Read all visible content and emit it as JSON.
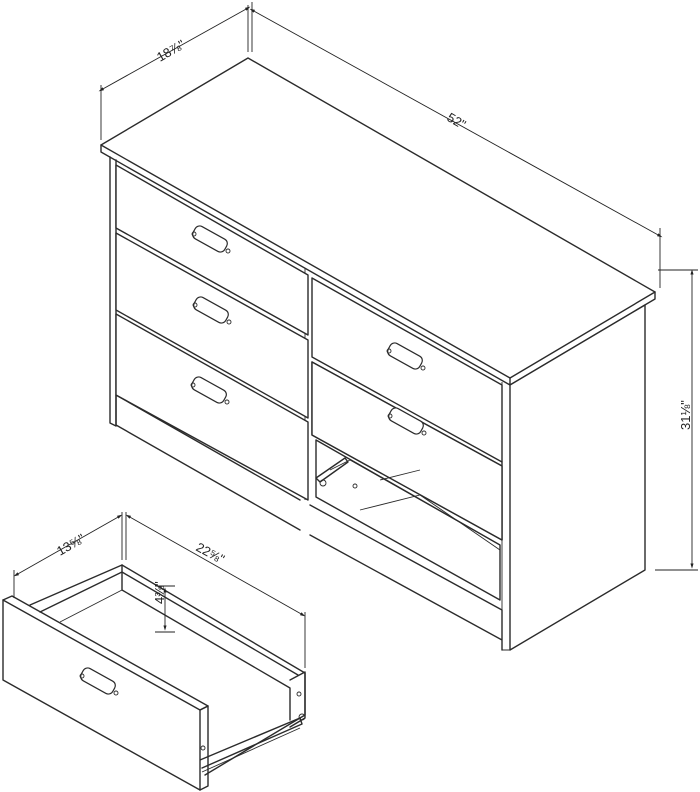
{
  "dimensions": {
    "depth": "18⅞\"",
    "width": "52\"",
    "height": "31⅛\"",
    "drawer_depth": "13⅝\"",
    "drawer_width": "22⅝\"",
    "drawer_height": "4⅜\""
  },
  "colors": {
    "line": "#2b2b2b",
    "background": "#ffffff"
  }
}
